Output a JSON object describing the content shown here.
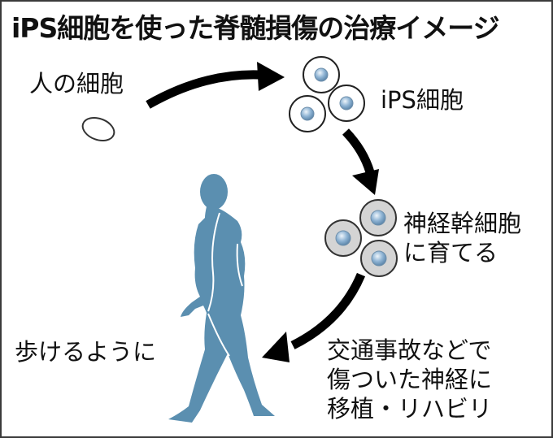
{
  "title": "iPS細胞を使った脊髄損傷の治療イメージ",
  "labels": {
    "human_cell": "人の細胞",
    "ips_cell": "iPS細胞",
    "neural_stem_line1": "神経幹細胞",
    "neural_stem_line2": "に育てる",
    "transplant_line1": "交通事故などで",
    "transplant_line2": "傷ついた神経に",
    "transplant_line3": "移植・リハビリ",
    "walk": "歩けるように"
  },
  "colors": {
    "figure": "#5b8fb0",
    "nucleus": "#8fb4d4",
    "stem_cell_fill": "#d4d4d4",
    "arrow": "#000000",
    "border": "#3a3a3a"
  }
}
